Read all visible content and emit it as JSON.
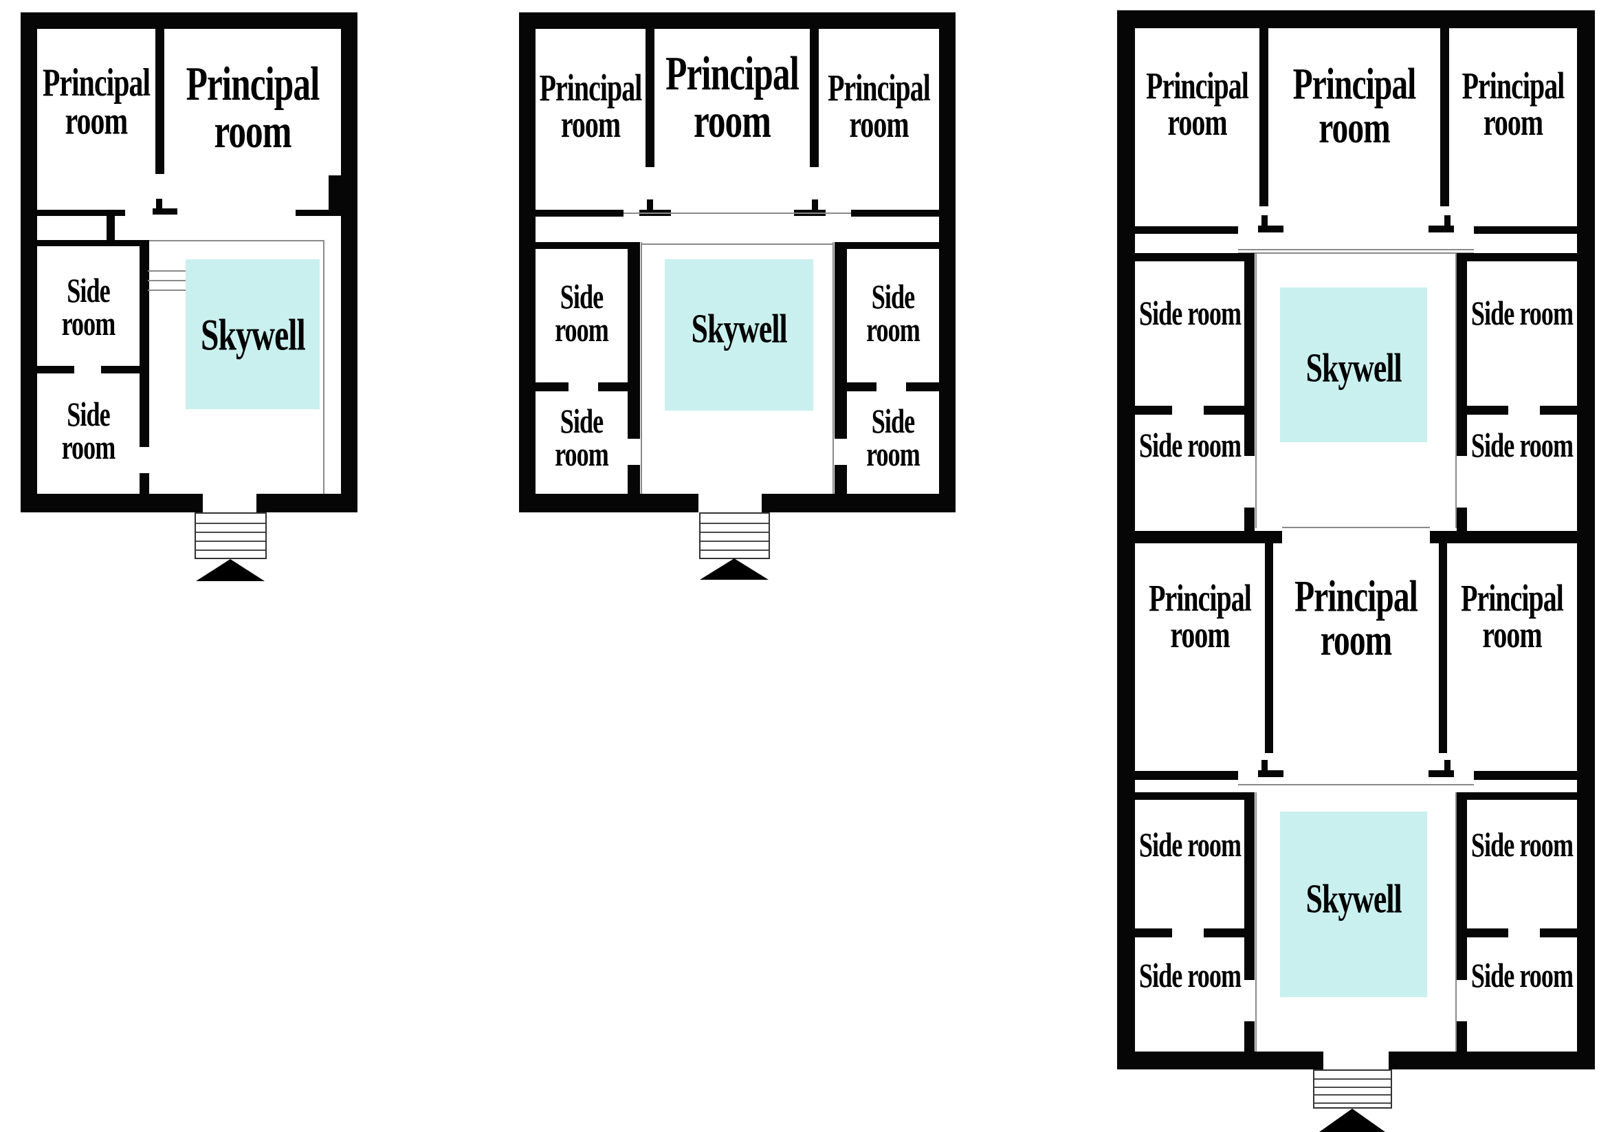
{
  "colors": {
    "wall": "#060606",
    "skywell_fill": "#c9f0ee",
    "thin_line": "#8a8a8a",
    "text": "#000000"
  },
  "plans": [
    {
      "principal_rooms": [
        "Principal room",
        "Principal room"
      ],
      "side_rooms": [
        "Side room",
        "Side room"
      ],
      "skywells": [
        "Skywell"
      ]
    },
    {
      "principal_rooms": [
        "Principal room",
        "Principal room",
        "Principal room"
      ],
      "side_rooms": [
        "Side room",
        "Side room",
        "Side room",
        "Side room"
      ],
      "skywells": [
        "Skywell"
      ]
    },
    {
      "principal_rooms": [
        "Principal room",
        "Principal room",
        "Principal room",
        "Principal room",
        "Principal room",
        "Principal room"
      ],
      "side_rooms": [
        "Side room",
        "Side room",
        "Side room",
        "Side room",
        "Side room",
        "Side room",
        "Side room",
        "Side room"
      ],
      "skywells": [
        "Skywell",
        "Skywell"
      ]
    }
  ]
}
